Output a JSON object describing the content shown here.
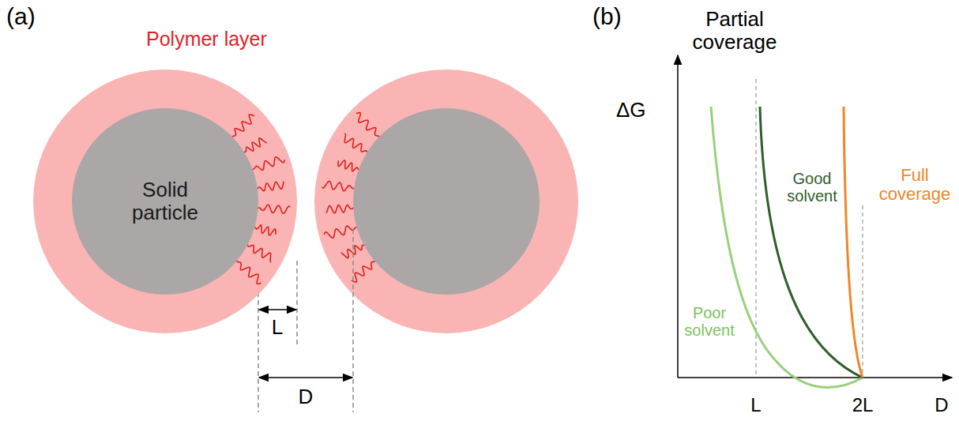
{
  "diagram": {
    "nodes": [
      {
        "text": [
          "Polymer layer"
        ]
      },
      {
        "text": [
          "Solid particle"
        ],
        "in": 0
      }
    ],
    "labels": [
      "(a)",
      "L",
      "D",
      "(b)",
      "ΔG",
      "Partial coverage",
      "Good solvent",
      "Poor solvent",
      "Full coverage",
      "L",
      "2L",
      "D"
    ]
  }
}
